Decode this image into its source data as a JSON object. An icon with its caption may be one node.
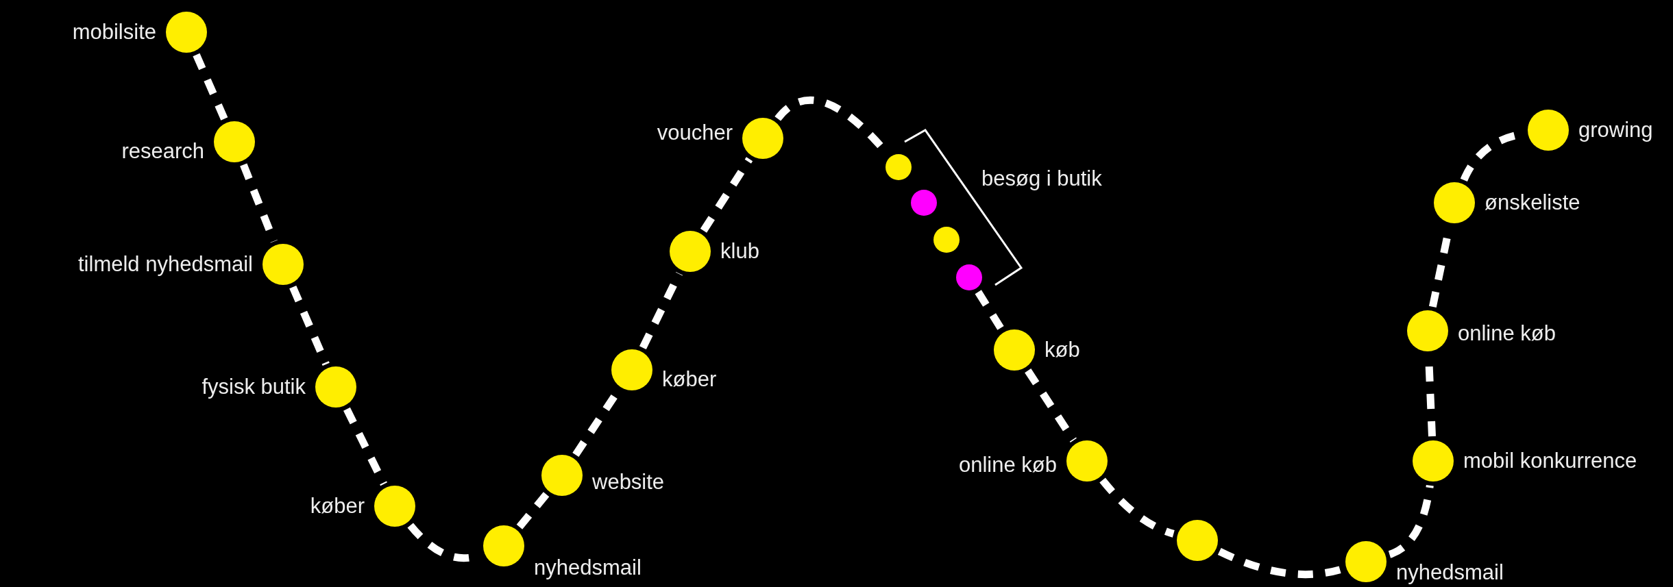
{
  "diagram": {
    "nodes": [
      {
        "text": [],
        "shape": "circle",
        "beside": [
          "mobilsite"
        ]
      },
      {
        "text": [],
        "shape": "circle",
        "beside": [
          "research"
        ]
      },
      {
        "text": [],
        "shape": "circle",
        "beside": [
          "tilmeld nyhedsmail"
        ]
      },
      {
        "text": [],
        "shape": "circle",
        "beside": [
          "fysisk butik"
        ]
      },
      {
        "text": [],
        "shape": "circle",
        "beside": [
          "køber"
        ]
      },
      {
        "text": [],
        "shape": "circle",
        "beside": [
          "nyhedsmail"
        ]
      },
      {
        "text": [],
        "shape": "circle",
        "beside": [
          "website"
        ]
      },
      {
        "text": [],
        "shape": "circle",
        "beside": [
          "køber"
        ]
      },
      {
        "text": [],
        "shape": "circle",
        "beside": [
          "klub"
        ]
      },
      {
        "text": [],
        "shape": "circle",
        "beside": [
          "voucher"
        ]
      },
      {
        "text": [],
        "shape": "circle"
      },
      {
        "text": [],
        "shape": "circle"
      },
      {
        "text": [],
        "shape": "circle"
      },
      {
        "text": [],
        "shape": "circle"
      },
      {
        "text": [],
        "shape": "circle",
        "beside": [
          "køb"
        ]
      },
      {
        "text": [],
        "shape": "circle",
        "beside": [
          "online køb"
        ]
      },
      {
        "text": [],
        "shape": "circle"
      },
      {
        "text": [],
        "shape": "circle",
        "beside": [
          "nyhedsmail"
        ]
      },
      {
        "text": [],
        "shape": "circle",
        "beside": [
          "mobil konkurrence"
        ]
      },
      {
        "text": [],
        "shape": "circle",
        "beside": [
          "online køb"
        ]
      },
      {
        "text": [],
        "shape": "circle",
        "beside": [
          "ønskeliste"
        ]
      },
      {
        "text": [],
        "shape": "circle",
        "beside": [
          "growing"
        ]
      }
    ],
    "edges": [
      {
        "from": 0,
        "to": 1,
        "arrow": "none",
        "style": "dashed"
      },
      {
        "from": 1,
        "to": 2,
        "arrow": "none",
        "style": "dashed"
      },
      {
        "from": 2,
        "to": 3,
        "arrow": "none",
        "style": "dashed"
      },
      {
        "from": 3,
        "to": 4,
        "arrow": "none",
        "style": "dashed"
      },
      {
        "from": 4,
        "to": 5,
        "arrow": "none",
        "style": "dashed"
      },
      {
        "from": 5,
        "to": 6,
        "arrow": "none",
        "style": "dashed"
      },
      {
        "from": 6,
        "to": 7,
        "arrow": "none",
        "style": "dashed"
      },
      {
        "from": 7,
        "to": 8,
        "arrow": "none",
        "style": "dashed"
      },
      {
        "from": 8,
        "to": 9,
        "arrow": "none",
        "style": "dashed"
      },
      {
        "from": 9,
        "to": 10,
        "arrow": "none",
        "style": "dashed"
      },
      {
        "from": 13,
        "to": 14,
        "arrow": "none",
        "style": "dashed"
      },
      {
        "from": 14,
        "to": 15,
        "arrow": "none",
        "style": "dashed"
      },
      {
        "from": 15,
        "to": 16,
        "arrow": "none",
        "style": "dashed"
      },
      {
        "from": 16,
        "to": 17,
        "arrow": "none",
        "style": "dashed"
      },
      {
        "from": 17,
        "to": 18,
        "arrow": "none",
        "style": "dashed"
      },
      {
        "from": 18,
        "to": 19,
        "arrow": "none",
        "style": "dashed"
      },
      {
        "from": 19,
        "to": 20,
        "arrow": "none",
        "style": "dashed"
      },
      {
        "from": 20,
        "to": 21,
        "arrow": "none",
        "style": "dashed"
      }
    ],
    "labels": [
      "besøg i butik"
    ]
  }
}
